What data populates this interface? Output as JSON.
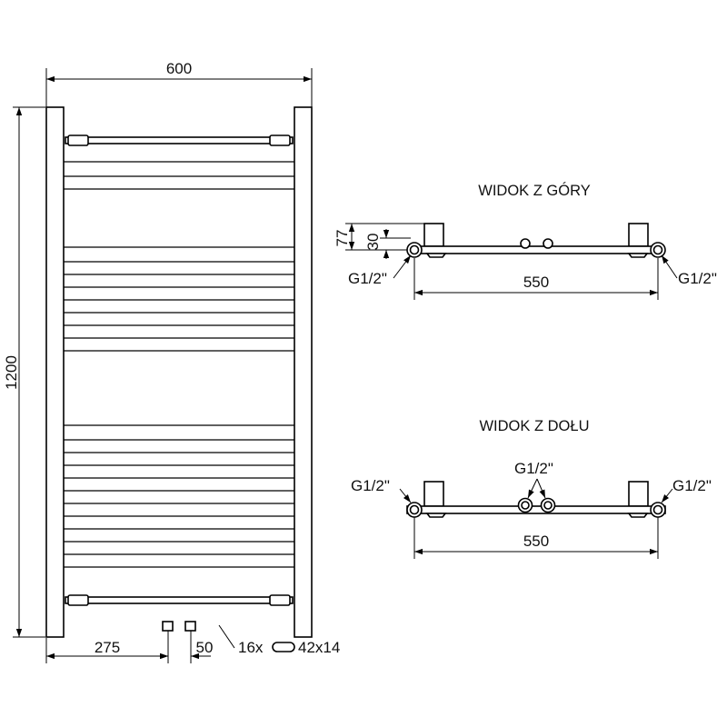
{
  "front_view": {
    "width_label": "600",
    "height_label": "1200",
    "pipe_offset_label": "275",
    "pipe_spacing_label": "50",
    "tube_count_label": "16x",
    "tube_section_label": "42x14"
  },
  "top_view": {
    "title": "WIDOK Z GÓRY",
    "depth_label": "77",
    "offset_label": "30",
    "connector_left": "G1/2\"",
    "connector_right": "G1/2\"",
    "spacing_label": "550"
  },
  "bottom_view": {
    "title": "WIDOK Z DOŁU",
    "connector_left": "G1/2\"",
    "connector_center": "G1/2\"",
    "connector_right": "G1/2\"",
    "spacing_label": "550"
  }
}
